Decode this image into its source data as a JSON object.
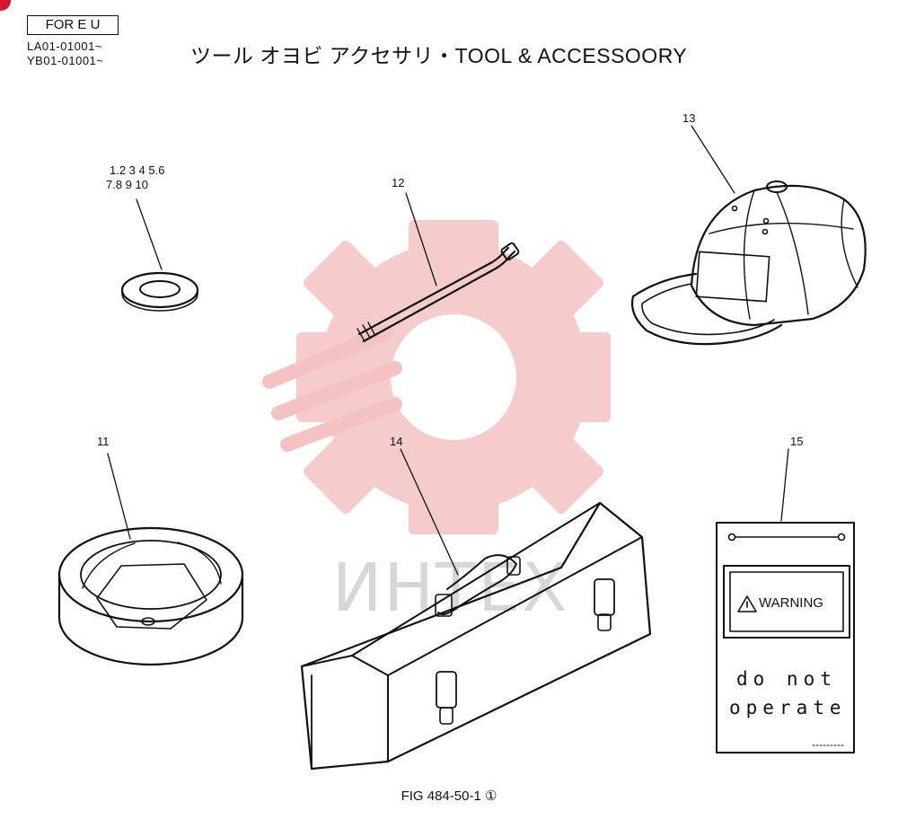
{
  "header": {
    "region_label": "FOR E U",
    "serial_lines": [
      "LA01-01001~",
      "YB01-01001~"
    ],
    "title": "ツール オヨビ アクセサリ・TOOL & ACCESSOORY"
  },
  "callouts": {
    "washer": [
      "1.2 3 4 5.6",
      "7.8 9 10"
    ],
    "rod": "12",
    "cap": "13",
    "socket": "11",
    "toolbox": "14",
    "tag": "15"
  },
  "tag_plate": {
    "warning_label": "WARNING",
    "line1": "do not",
    "line2": "operate"
  },
  "watermark": {
    "text": "ИНТЕХ",
    "color": "#f2b8b8"
  },
  "caption": {
    "fig": "FIG 484-50-1",
    "sheet_mark": "①"
  }
}
